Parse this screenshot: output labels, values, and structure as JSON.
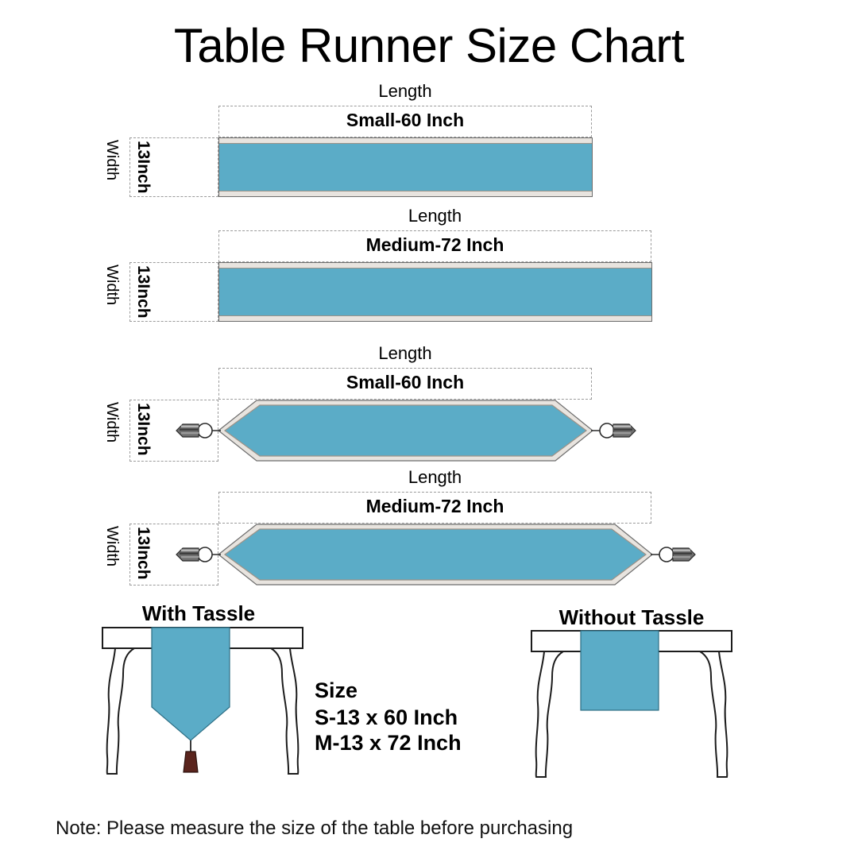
{
  "title": "Table Runner Size Chart",
  "axis_labels": {
    "length": "Length",
    "width": "Width",
    "width_value": "13Inch"
  },
  "runners": [
    {
      "name": "small-plain",
      "length_label": "Length",
      "size_label": "Small-60 Inch",
      "width_label": "Width",
      "width_value": "13Inch",
      "shape": "rectangle",
      "tassel": false,
      "length_inches": 60,
      "width_inches": 13
    },
    {
      "name": "medium-plain",
      "length_label": "Length",
      "size_label": "Medium-72 Inch",
      "width_label": "Width",
      "width_value": "13Inch",
      "shape": "rectangle",
      "tassel": false,
      "length_inches": 72,
      "width_inches": 13
    },
    {
      "name": "small-tassel",
      "length_label": "Length",
      "size_label": "Small-60 Inch",
      "width_label": "Width",
      "width_value": "13Inch",
      "shape": "hexagon",
      "tassel": true,
      "length_inches": 60,
      "width_inches": 13
    },
    {
      "name": "medium-tassel",
      "length_label": "Length",
      "size_label": "Medium-72 Inch",
      "width_label": "Width",
      "width_value": "13Inch",
      "shape": "hexagon",
      "tassel": true,
      "length_inches": 72,
      "width_inches": 13
    }
  ],
  "tables": {
    "with_tassle_title": "With Tassle",
    "without_tassle_title": "Without Tassle"
  },
  "size_block": {
    "heading": "Size",
    "small": "S-13 x 60 Inch",
    "medium": "M-13 x 72 Inch"
  },
  "note": "Note:  Please measure the size of the table before purchasing",
  "colors": {
    "runner_fill": "#5BACC7",
    "runner_border": "#9c9288",
    "outline": "#3a3a3a",
    "dash": "#9a9a9a",
    "tassel_dark": "#4a4a4a",
    "tassel_brown": "#5a241d",
    "background": "#ffffff"
  },
  "chart_data": {
    "type": "table",
    "title": "Table Runner Size Chart",
    "columns": [
      "Size",
      "Width",
      "Length"
    ],
    "rows": [
      [
        "S",
        "13 Inch",
        "60 Inch"
      ],
      [
        "M",
        "13 Inch",
        "72 Inch"
      ]
    ],
    "variants": [
      "With Tassle",
      "Without Tassle"
    ],
    "note": "Note:  Please measure the size of the table before purchasing"
  }
}
